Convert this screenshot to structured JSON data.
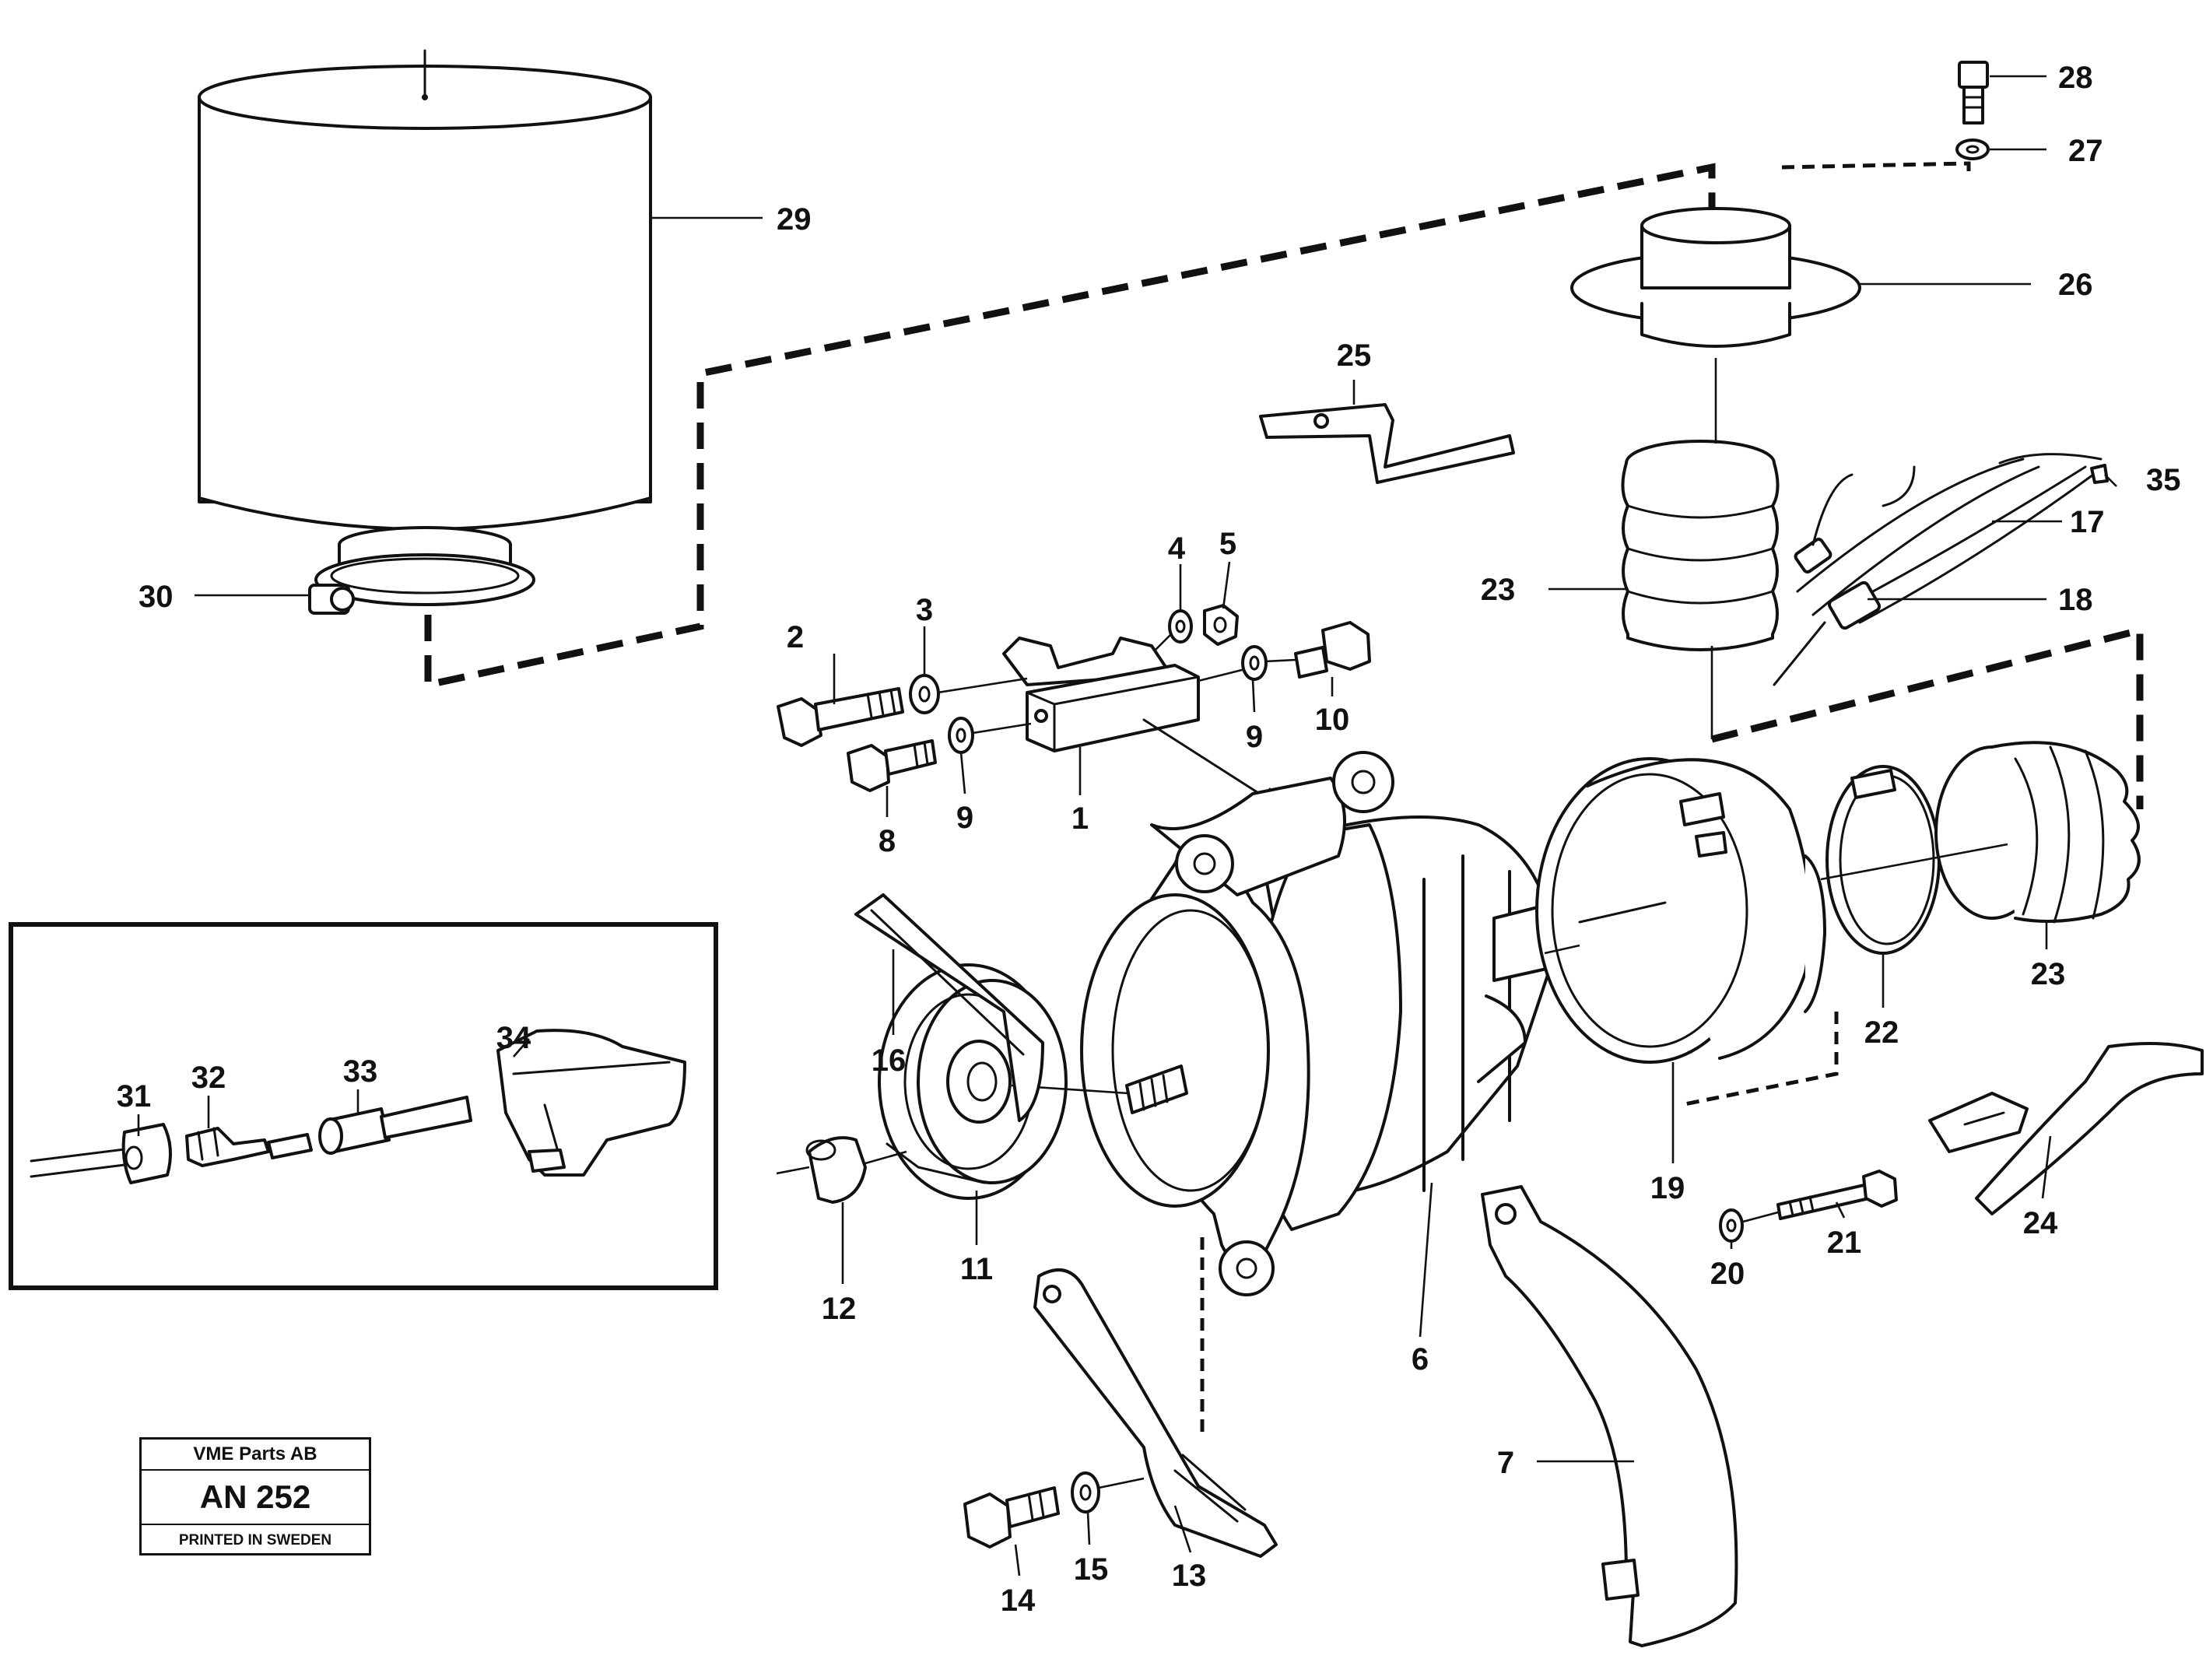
{
  "callouts": [
    {
      "id": "1",
      "label": "1"
    },
    {
      "id": "2",
      "label": "2"
    },
    {
      "id": "3",
      "label": "3"
    },
    {
      "id": "4",
      "label": "4"
    },
    {
      "id": "5",
      "label": "5"
    },
    {
      "id": "6",
      "label": "6"
    },
    {
      "id": "7",
      "label": "7"
    },
    {
      "id": "8",
      "label": "8"
    },
    {
      "id": "9a",
      "label": "9"
    },
    {
      "id": "9b",
      "label": "9"
    },
    {
      "id": "10",
      "label": "10"
    },
    {
      "id": "11",
      "label": "11"
    },
    {
      "id": "12",
      "label": "12"
    },
    {
      "id": "13",
      "label": "13"
    },
    {
      "id": "14",
      "label": "14"
    },
    {
      "id": "15",
      "label": "15"
    },
    {
      "id": "16",
      "label": "16"
    },
    {
      "id": "17",
      "label": "17"
    },
    {
      "id": "18",
      "label": "18"
    },
    {
      "id": "19",
      "label": "19"
    },
    {
      "id": "20",
      "label": "20"
    },
    {
      "id": "21",
      "label": "21"
    },
    {
      "id": "22",
      "label": "22"
    },
    {
      "id": "23a",
      "label": "23"
    },
    {
      "id": "23b",
      "label": "23"
    },
    {
      "id": "24",
      "label": "24"
    },
    {
      "id": "25",
      "label": "25"
    },
    {
      "id": "26",
      "label": "26"
    },
    {
      "id": "27",
      "label": "27"
    },
    {
      "id": "28",
      "label": "28"
    },
    {
      "id": "29",
      "label": "29"
    },
    {
      "id": "30",
      "label": "30"
    },
    {
      "id": "31",
      "label": "31"
    },
    {
      "id": "32",
      "label": "32"
    },
    {
      "id": "33",
      "label": "33"
    },
    {
      "id": "34",
      "label": "34"
    },
    {
      "id": "35",
      "label": "35"
    }
  ],
  "stamp": {
    "company": "VME Parts AB",
    "code": "AN 252",
    "printed": "PRINTED IN SWEDEN"
  }
}
